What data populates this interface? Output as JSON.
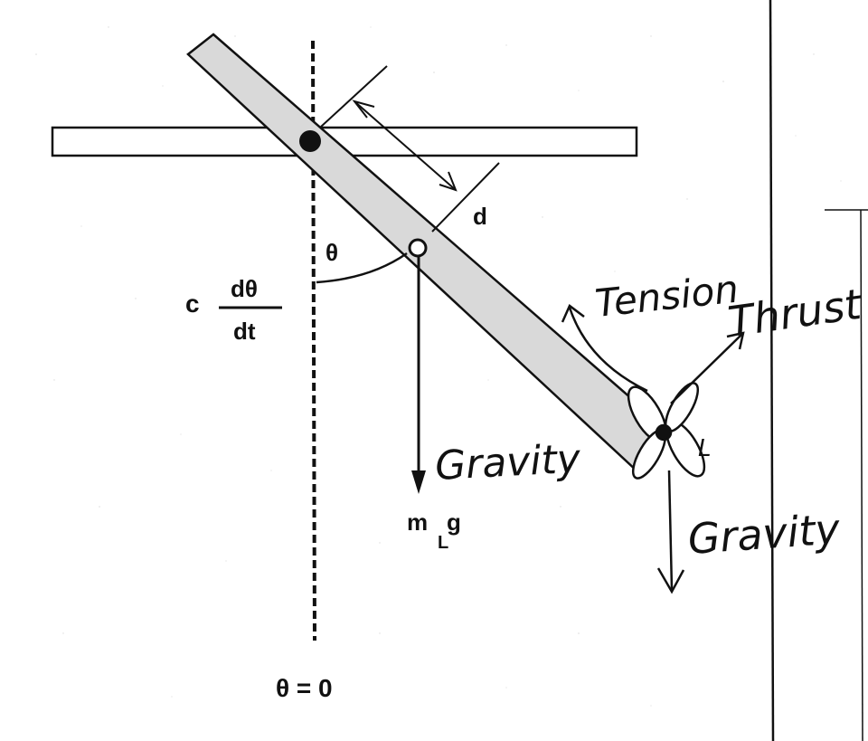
{
  "labels": {
    "d": "d",
    "theta": "θ",
    "damping_coef": "c",
    "damping_num": "dθ",
    "damping_den": "dt",
    "mass_m": "m",
    "mass_sub": "L",
    "mass_g": "g",
    "theta_zero": "θ = 0",
    "rotor_L": "L"
  },
  "handwritten": {
    "tension": "Tension",
    "thrust": "Thrust",
    "gravity_center": "Gravity",
    "gravity_rotor": "Gravity"
  },
  "colors": {
    "ink": "#111111",
    "rod_fill": "#d9d9d9",
    "paper": "#ffffff"
  }
}
